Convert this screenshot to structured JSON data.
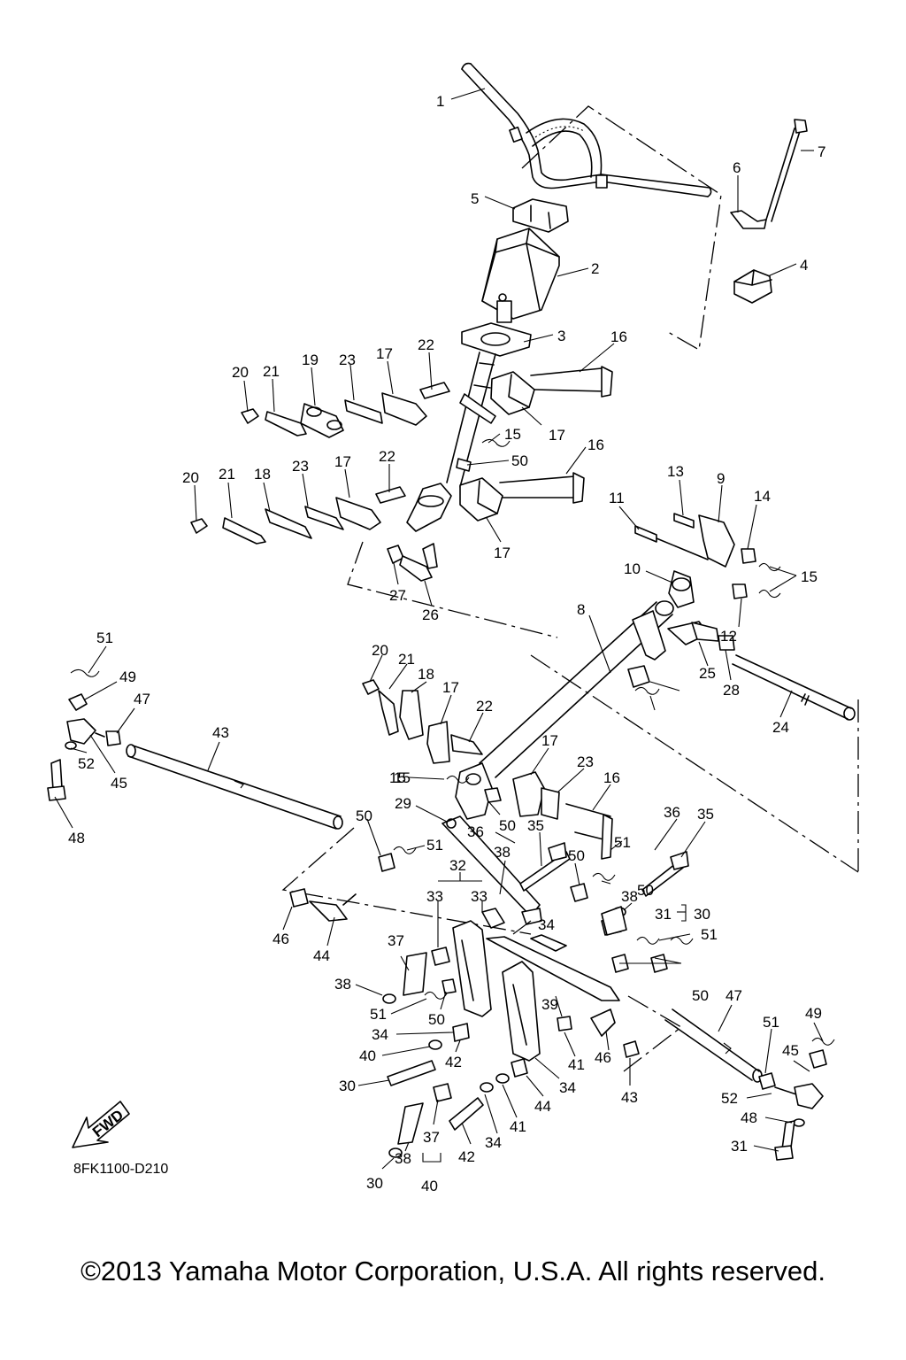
{
  "diagram": {
    "code": "8FK1100-D210",
    "fwd_label": "FWD",
    "copyright": "©2013 Yamaha Motor Corporation, U.S.A. All rights reserved.",
    "labels": [
      "1",
      "5",
      "2",
      "3",
      "16",
      "17",
      "6",
      "7",
      "4",
      "22",
      "17",
      "23",
      "19",
      "21",
      "20",
      "15",
      "50",
      "16",
      "17",
      "20",
      "21",
      "18",
      "23",
      "17",
      "22",
      "13",
      "9",
      "14",
      "11",
      "15",
      "10",
      "12",
      "27",
      "26",
      "8",
      "25",
      "28",
      "24",
      "51",
      "49",
      "47",
      "43",
      "45",
      "52",
      "48",
      "20",
      "21",
      "18",
      "17",
      "22",
      "50",
      "15",
      "17",
      "23",
      "16",
      "15",
      "29",
      "36",
      "50",
      "35",
      "51",
      "36",
      "35",
      "50",
      "51",
      "32",
      "33",
      "33",
      "38",
      "50",
      "38",
      "31",
      "30",
      "46",
      "44",
      "34",
      "51",
      "37",
      "38",
      "51",
      "50",
      "39",
      "50",
      "34",
      "41",
      "42",
      "40",
      "30",
      "34",
      "44",
      "46",
      "43",
      "47",
      "51",
      "49",
      "45",
      "52",
      "48",
      "31",
      "37",
      "38",
      "30",
      "40",
      "42",
      "34",
      "41"
    ]
  }
}
